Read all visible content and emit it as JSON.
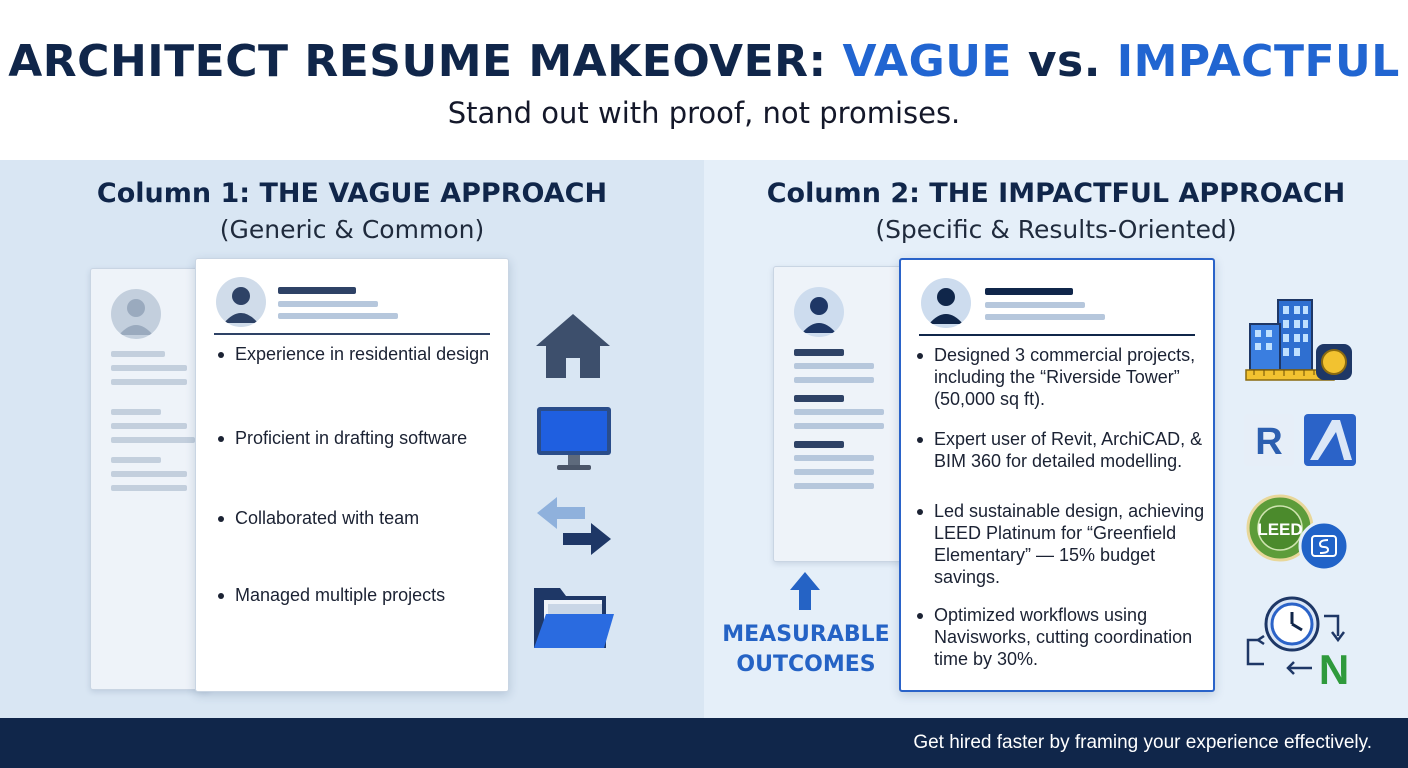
{
  "header": {
    "title_part1": "ARCHITECT RESUME MAKEOVER: ",
    "title_part2": "VAGUE",
    "title_part3": " vs. ",
    "title_part4": "IMPACTFUL",
    "subtitle": "Stand out with proof, not promises."
  },
  "left": {
    "heading": "Column 1: THE VAGUE APPROACH",
    "subheading": "(Generic & Common)",
    "bullets": [
      "Experience in residential design",
      "Proficient in drafting software",
      "Collaborated with team",
      "Managed multiple projects"
    ],
    "icons": [
      "house-icon",
      "monitor-icon",
      "exchange-arrows-icon",
      "folder-icon"
    ]
  },
  "right": {
    "heading": "Column 2: THE IMPACTFUL APPROACH",
    "subheading": "(Specific & Results-Oriented)",
    "bullets": [
      "Designed 3 commercial projects, including the “Riverside Tower” (50,000 sq ft).",
      "Expert user of Revit, ArchiCAD, & BIM 360 for detailed modelling.",
      "Led sustainable design, achieving LEED Platinum for “Greenfield Elementary” — 15% budget savings.",
      "Optimized workflows using Navisworks, cutting coordination time by 30%."
    ],
    "icons": [
      "buildings-tape-measure-icon",
      "revit-archicad-logos-icon",
      "leed-badge-icon",
      "clock-cycle-navisworks-icon"
    ],
    "callout_line1": "MEASURABLE",
    "callout_line2": "OUTCOMES",
    "icon_labels": {
      "revit": "R",
      "leed": "LEED",
      "navisworks": "N"
    }
  },
  "footer": {
    "text": "Get hired faster by framing your experience effectively."
  },
  "colors": {
    "navy": "#10264a",
    "accent_blue": "#2165d1",
    "left_panel": "#d9e6f3",
    "right_panel": "#e5eff9"
  }
}
